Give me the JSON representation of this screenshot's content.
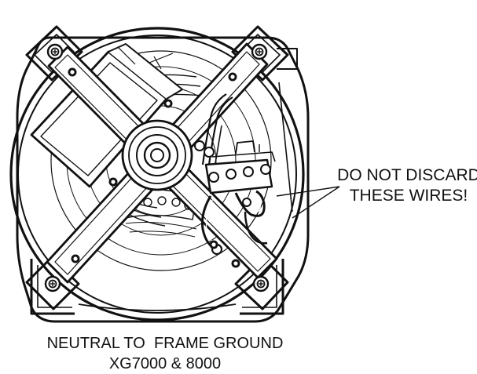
{
  "callout": {
    "line1": "DO NOT DISCARD",
    "line2": "THESE WIRES!"
  },
  "caption": {
    "line1": "NEUTRAL TO  FRAME GROUND",
    "line2": "XG7000 & 8000"
  },
  "colors": {
    "ink": "#111111",
    "paper": "#ffffff",
    "light_gray": "#bdbdbd"
  }
}
